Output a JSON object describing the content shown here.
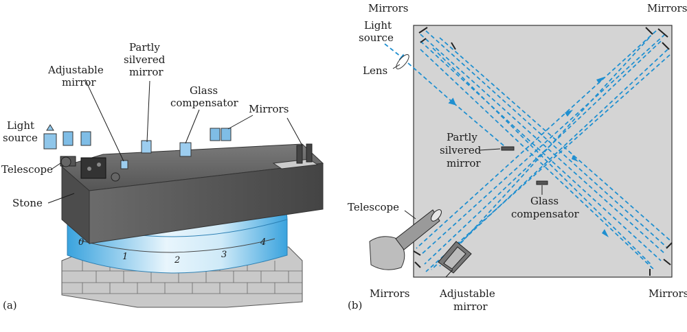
{
  "panel_a": {
    "tag": "(a)",
    "labels": {
      "light_source": [
        "Light",
        "source"
      ],
      "adjustable_mirror": [
        "Adjustable",
        "mirror"
      ],
      "partly_silvered_mirror": [
        "Partly",
        "silvered",
        "mirror"
      ],
      "glass_compensator": [
        "Glass",
        "compensator"
      ],
      "mirrors": "Mirrors",
      "telescope": "Telescope",
      "stone": "Stone"
    },
    "ring_numbers": [
      "0",
      "1",
      "2",
      "3",
      "4"
    ]
  },
  "panel_b": {
    "tag": "(b)",
    "labels": {
      "mirrors_top_left": "Mirrors",
      "mirrors_top_right": "Mirrors",
      "mirrors_bottom_left": "Mirrors",
      "mirrors_bottom_right": "Mirrors",
      "light_source": [
        "Light",
        "source"
      ],
      "lens": "Lens",
      "partly_silvered_mirror": [
        "Partly",
        "silvered",
        "mirror"
      ],
      "glass_compensator": [
        "Glass",
        "compensator"
      ],
      "telescope": "Telescope",
      "adjustable_mirror": [
        "Adjustable",
        "mirror"
      ]
    }
  },
  "colors": {
    "beam": "#1f8fd0",
    "stone": "#5c5c5c",
    "plate": "#d4d4d4",
    "ring": "#5ab4e6"
  }
}
